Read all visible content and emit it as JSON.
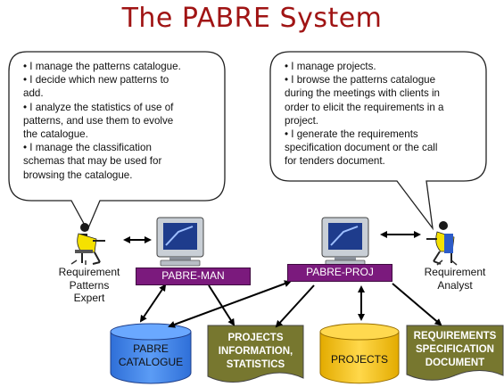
{
  "title": "The PABRE System",
  "left_bubble": {
    "lines": [
      "• I manage the patterns catalogue.",
      "• I decide which new patterns to",
      "add.",
      "• I analyze the statistics of use of",
      "patterns, and use them to evolve",
      "the catalogue.",
      "• I manage the classification",
      "schemas that may be used for",
      "browsing the catalogue."
    ]
  },
  "right_bubble": {
    "lines": [
      "• I manage projects.",
      "• I browse the patterns catalogue",
      "during the meetings with clients in",
      "order to elicit the requirements in a",
      "project.",
      "• I generate the requirements",
      "specification document or the call",
      "for tenders document."
    ]
  },
  "actors": {
    "left": [
      "Requirement",
      "Patterns",
      "Expert"
    ],
    "right": [
      "Requirement",
      "Analyst"
    ]
  },
  "systems": {
    "man": "PABRE-MAN",
    "proj": "PABRE-PROJ"
  },
  "stores": {
    "catalogue": [
      "PABRE",
      "CATALOGUE"
    ],
    "projects_info": [
      "PROJECTS",
      "INFORMATION,",
      "STATISTICS"
    ],
    "projects": "PROJECTS",
    "req_doc": [
      "REQUIREMENTS",
      "SPECIFICATION",
      "DOCUMENT"
    ]
  },
  "colors": {
    "title": "#a01414",
    "system_bar": "#7b1a7d",
    "catalogue_db": "#3d7ee6",
    "projects_db": "#f2c21a",
    "document": "#7a7a33"
  }
}
